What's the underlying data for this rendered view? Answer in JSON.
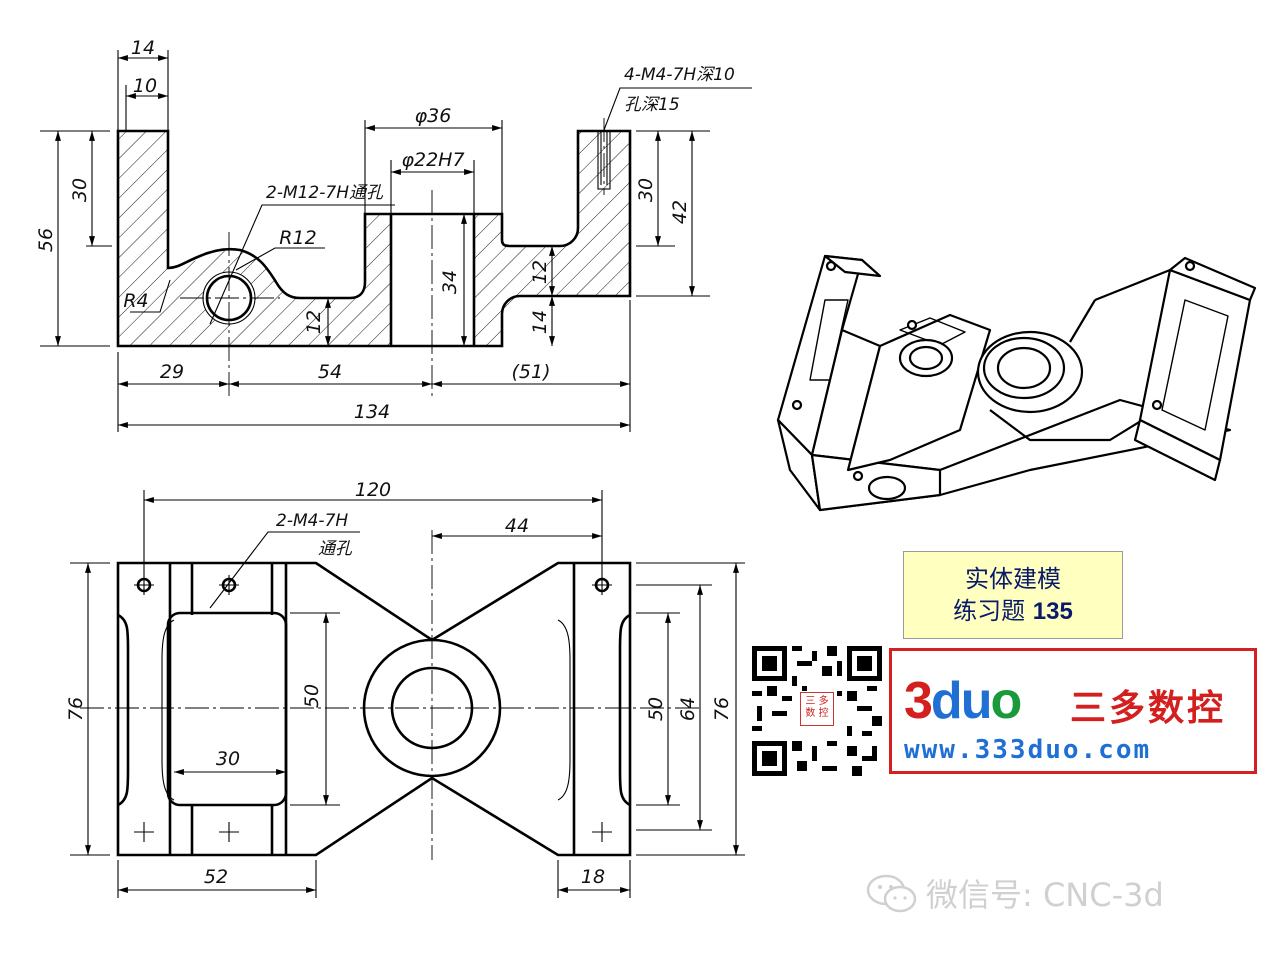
{
  "front_view": {
    "dims": {
      "w14": "14",
      "w10": "10",
      "h56": "56",
      "h30_left": "30",
      "phi36": "φ36",
      "phi22": "φ22H7",
      "h34": "34",
      "h30_right": "30",
      "h42": "42",
      "h12_mid": "12",
      "h14": "14",
      "h12_low": "12",
      "w29": "29",
      "w54": "54",
      "w51": "(51)",
      "w134": "134",
      "r12": "R12",
      "r4": "R4"
    },
    "notes": {
      "thread_m12": "2-M12-7H通孔",
      "thread_m4_top": "4-M4-7H深10",
      "hole_depth": "孔深15"
    }
  },
  "top_view": {
    "dims": {
      "w120": "120",
      "w44": "44",
      "h76_left": "76",
      "h50_left": "50",
      "w30": "30",
      "h50_right": "50",
      "h64": "64",
      "h76_right": "76",
      "w52": "52",
      "w18": "18"
    },
    "notes": {
      "thread_m4": "2-M4-7H",
      "through": "通孔"
    }
  },
  "title_box": {
    "line1": "实体建模",
    "line2_text": "练习题",
    "line2_number": "135"
  },
  "qr": {
    "badge_line1": "三 多",
    "badge_line2": "数 控"
  },
  "brand": {
    "logo_3": "3",
    "logo_d": "d",
    "logo_u": "u",
    "logo_o": "o",
    "name_cn": "三多数控",
    "url": "www.333duo.com",
    "colors": {
      "red": "#d41f1f",
      "blue": "#1f6fd4",
      "green": "#1a9a3a"
    }
  },
  "watermark": {
    "text": "微信号: CNC-3d"
  }
}
